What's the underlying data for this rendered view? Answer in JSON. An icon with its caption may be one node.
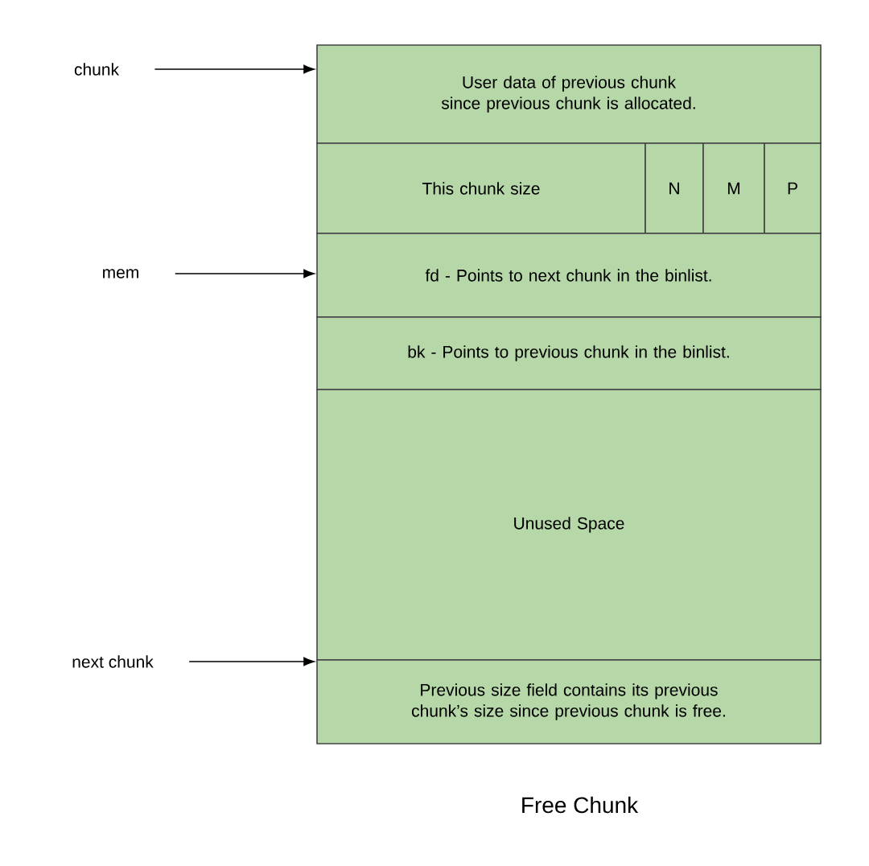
{
  "diagram": {
    "title": "Free Chunk",
    "nodes": [
      {
        "text": [
          "chunk"
        ]
      },
      {
        "text": [
          "User data of previous chunk since previous chunk is allocated."
        ]
      },
      {
        "text": [
          "This chunk size"
        ]
      },
      {
        "text": [
          "N"
        ]
      },
      {
        "text": [
          "M"
        ]
      },
      {
        "text": [
          "P"
        ]
      },
      {
        "text": [
          "mem"
        ]
      },
      {
        "text": [
          "fd - Points to next chunk in the binlist."
        ]
      },
      {
        "text": [
          "bk - Points to previous chunk in the binlist."
        ]
      },
      {
        "text": [
          "Unused Space"
        ]
      },
      {
        "text": [
          "next chunk"
        ]
      },
      {
        "text": [
          "Previous size field contains its previous chunk’s size since previous chunk is free."
        ]
      }
    ],
    "edges": [
      {
        "from": 0,
        "to": 1,
        "arrow": "to"
      },
      {
        "from": 6,
        "to": 7,
        "arrow": "to"
      },
      {
        "from": 10,
        "to": 11,
        "arrow": "to"
      }
    ]
  }
}
